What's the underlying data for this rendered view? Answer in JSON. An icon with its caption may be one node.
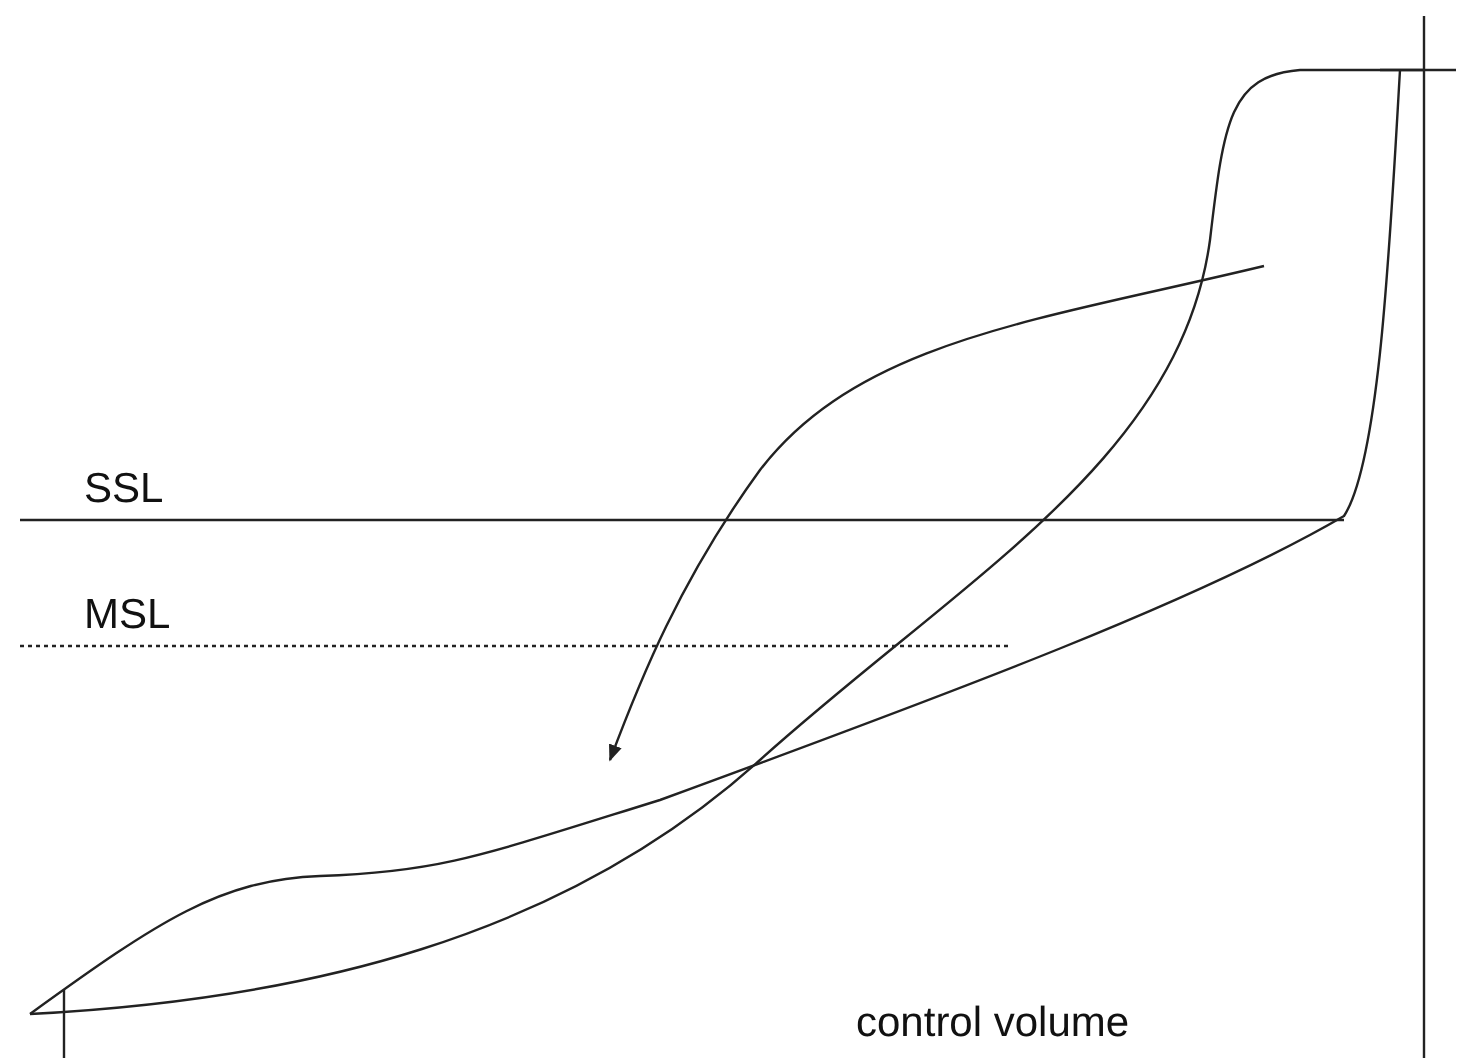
{
  "diagram": {
    "labels": [
      "SSL",
      "MSL",
      "control volume"
    ]
  }
}
